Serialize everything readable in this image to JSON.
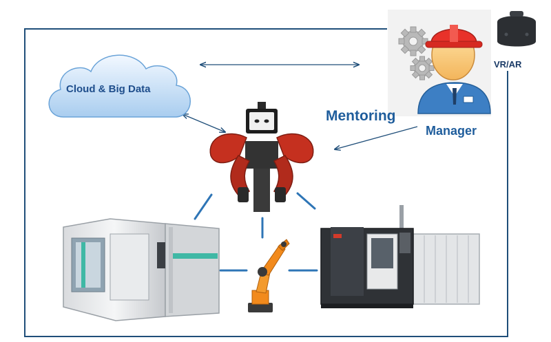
{
  "labels": {
    "cloud": "Cloud & Big Data",
    "mentoring": "Mentoring",
    "manager": "Manager",
    "vr_ar": "VR/AR"
  },
  "colors": {
    "frame": "#1f4e79",
    "link_line": "#2e75b6",
    "arrow": "#1f4e79",
    "label_blue": "#1f5d9c"
  },
  "icons": {
    "cloud": "cloud-icon",
    "manager": "manager-worker-icon",
    "gears": "gears-icon",
    "headset": "vr-headset-icon",
    "robot": "collaborative-robot-icon",
    "robot_arm": "industrial-robot-arm-icon",
    "cnc_left": "cnc-machine-icon",
    "cnc_right": "machining-center-icon"
  }
}
